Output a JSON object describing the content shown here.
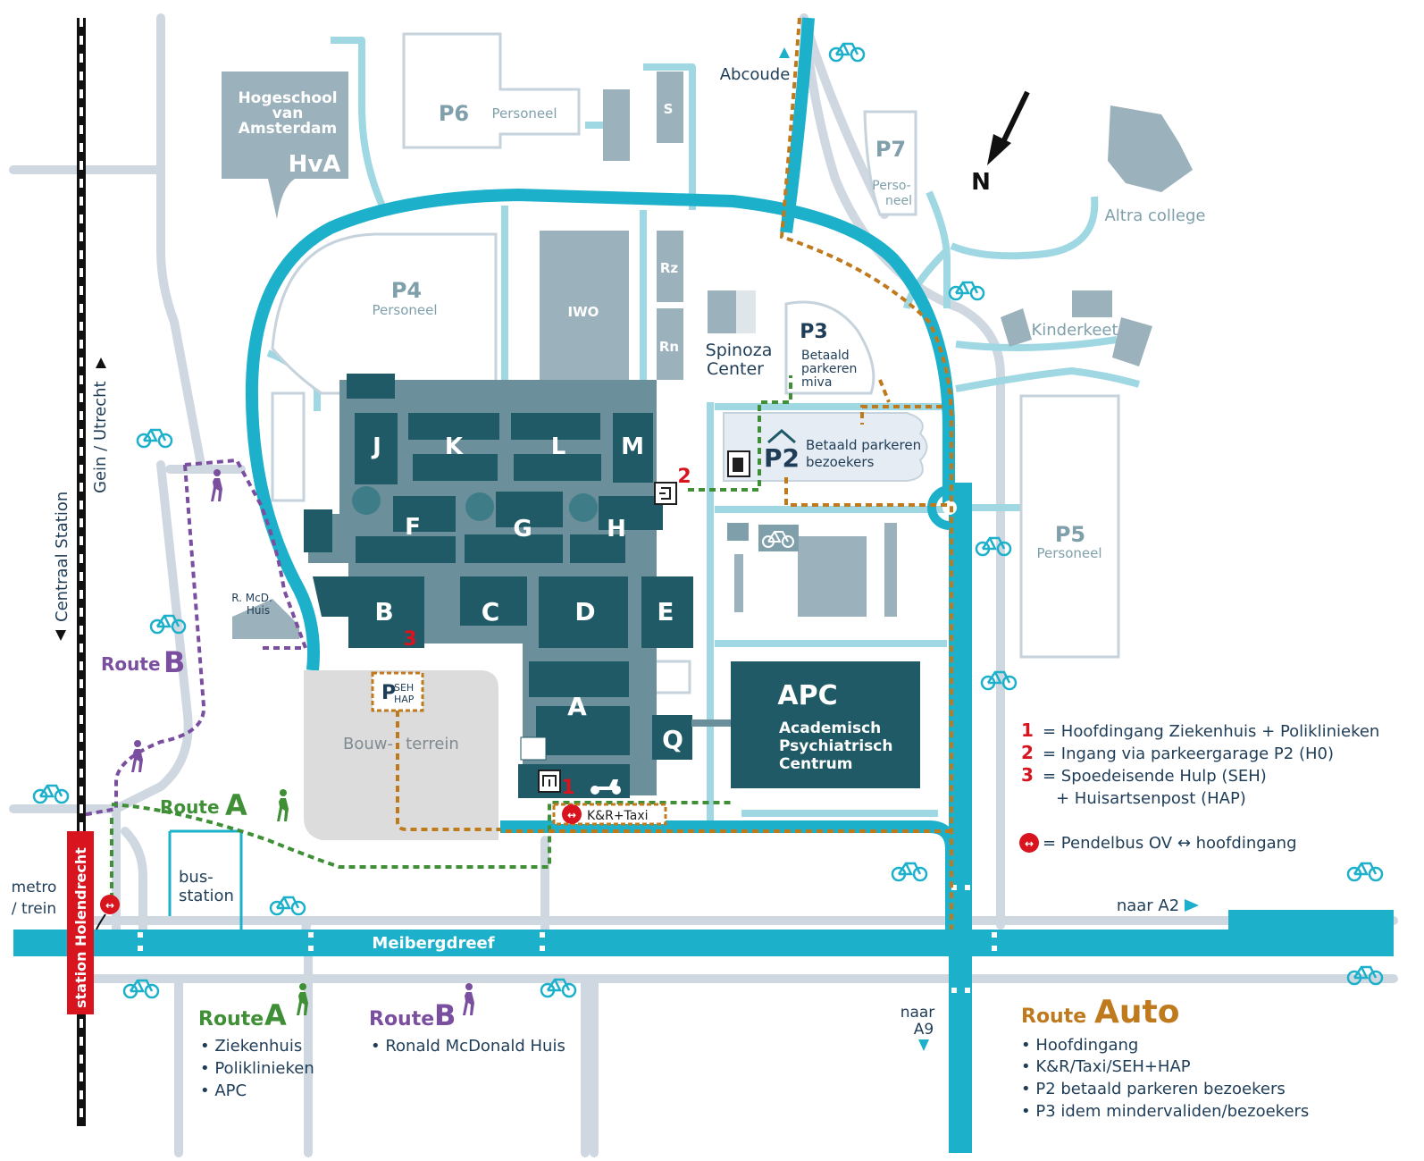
{
  "colors": {
    "road": "#1cb0cb",
    "minor_road": "#cfd8e1",
    "path": "#9fd8e3",
    "building_dark": "#1f5a66",
    "building_mid": "#6b8f9b",
    "building_light": "#d4dde5",
    "construction": "#dcdcdc",
    "route_a": "#5ea73d",
    "route_b": "#7b4fa0",
    "route_auto": "#c07a1e",
    "accent_red": "#d8141f",
    "rail": "#111111",
    "station": "#d8141f"
  },
  "north": "N",
  "buildings": {
    "hva_title": "Hogeschool van Amsterdam",
    "hva_line1": "Hogeschool",
    "hva_line2": "van",
    "hva_line3": "Amsterdam",
    "hva_abbr": "HvA",
    "iwo": "IWO",
    "s": "S",
    "rz": "Rz",
    "rn": "Rn",
    "spinoza_1": "Spinoza",
    "spinoza_2": "Center",
    "j": "J",
    "k": "K",
    "l": "L",
    "m": "M",
    "f": "F",
    "g": "G",
    "h": "H",
    "b": "B",
    "c": "C",
    "d": "D",
    "e": "E",
    "a": "A",
    "q": "Q",
    "apc": "APC",
    "apc_1": "Academisch",
    "apc_2": "Psychiatrisch",
    "apc_3": "Centrum",
    "rmcd_1": "R. McD.",
    "rmcd_2": "Huis",
    "altra": "Altra college",
    "kinderkeet": "Kinderkeet",
    "bouw_1": "Bouw-",
    "bouw_2": "terrein",
    "bus_1": "bus-",
    "bus_2": "station"
  },
  "parking": {
    "p6": "P6",
    "p6_sub": "Personeel",
    "p4": "P4",
    "p4_sub": "Personeel",
    "p7": "P7",
    "p7_sub1": "Perso-",
    "p7_sub2": "neel",
    "p5": "P5",
    "p5_sub": "Personeel",
    "p3": "P3",
    "p3_sub1": "Betaald",
    "p3_sub2": "parkeren",
    "p3_sub3": "miva",
    "p2": "P2",
    "p2_sub1": "Betaald parkeren",
    "p2_sub2": "bezoekers",
    "pseh_p": "P",
    "pseh_1": "SEH",
    "pseh_2": "HAP",
    "kr_taxi": "K&R+Taxi"
  },
  "roads": {
    "meibergdreef": "Meibergdreef",
    "abcoude": "Abcoude",
    "naar_a2": "naar A2",
    "naar_a9_1": "naar",
    "naar_a9_2": "A9",
    "gein": "Gein / Utrecht",
    "centraal": "Centraal Station",
    "metro_1": "metro",
    "metro_2": "/ trein",
    "station": "station Holendrecht"
  },
  "routes": {
    "route_b_label": "Route",
    "route_b_letter": "B",
    "route_a_label": "Route",
    "route_a_letter": "A"
  },
  "markers": {
    "m1": "1",
    "m2": "2",
    "m3": "3"
  },
  "legend": {
    "items": [
      {
        "num": "1",
        "text": "= Hoofdingang Ziekenhuis + Poliklinieken"
      },
      {
        "num": "2",
        "text": "= Ingang via parkeergarage P2 (H0)"
      },
      {
        "num": "3",
        "text": "= Spoedeisende Hulp (SEH)"
      }
    ],
    "item3_cont": "+ Huisartsenpost (HAP)",
    "shuttle": "= Pendelbus OV ↔ hoofdingang"
  },
  "bottom_legend": {
    "route_a_title": "Route",
    "route_a_letter": "A",
    "route_a_items": [
      "• Ziekenhuis",
      "• Poliklinieken",
      "• APC"
    ],
    "route_b_title": "Route",
    "route_b_letter": "B",
    "route_b_items": [
      "• Ronald McDonald Huis"
    ],
    "auto_title": "Route",
    "auto_word": "Auto",
    "auto_items": [
      "• Hoofdingang",
      "• K&R/Taxi/SEH+HAP",
      "• P2 betaald parkeren bezoekers",
      "• P3 idem mindervaliden/bezoekers"
    ]
  }
}
